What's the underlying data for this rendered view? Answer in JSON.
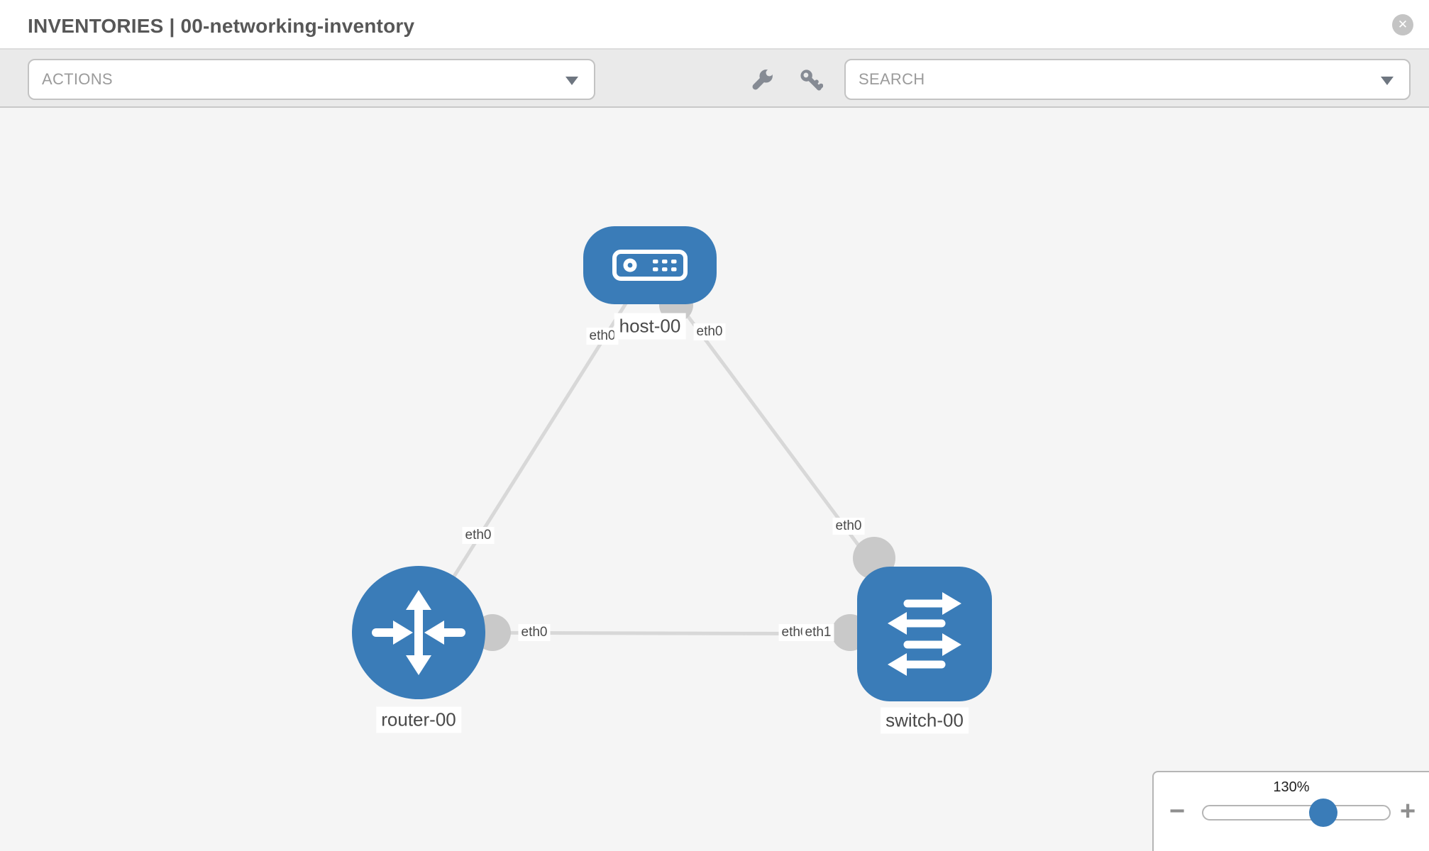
{
  "header": {
    "title": "INVENTORIES | 00-networking-inventory",
    "close_label": "✕"
  },
  "toolbar": {
    "actions_label": "ACTIONS",
    "search_placeholder": "SEARCH",
    "icons": [
      "wrench-icon",
      "key-icon"
    ]
  },
  "diagram": {
    "nodes": [
      {
        "id": "host-00",
        "type": "host",
        "label": "host-00"
      },
      {
        "id": "router-00",
        "type": "router",
        "label": "router-00"
      },
      {
        "id": "switch-00",
        "type": "switch",
        "label": "switch-00"
      }
    ],
    "links": [
      {
        "source": "host-00",
        "target": "router-00",
        "source_interface": "eth0",
        "target_interface": "eth0"
      },
      {
        "source": "host-00",
        "target": "switch-00",
        "source_interface": "eth0",
        "target_interface": "eth0"
      },
      {
        "source": "router-00",
        "target": "switch-00",
        "source_interface": "eth0",
        "target_interface": "eth1"
      }
    ],
    "hidden_overlap_interface": "eth0"
  },
  "zoom_control": {
    "value": "130%",
    "minus_label": "−",
    "plus_label": "+"
  },
  "colors": {
    "node_blue": "#3a7cb8",
    "link_gray": "#d8d8d8",
    "port_gray": "#c9c9c9",
    "canvas_bg": "#f5f5f5",
    "toolbar_bg": "#eaeaea"
  }
}
